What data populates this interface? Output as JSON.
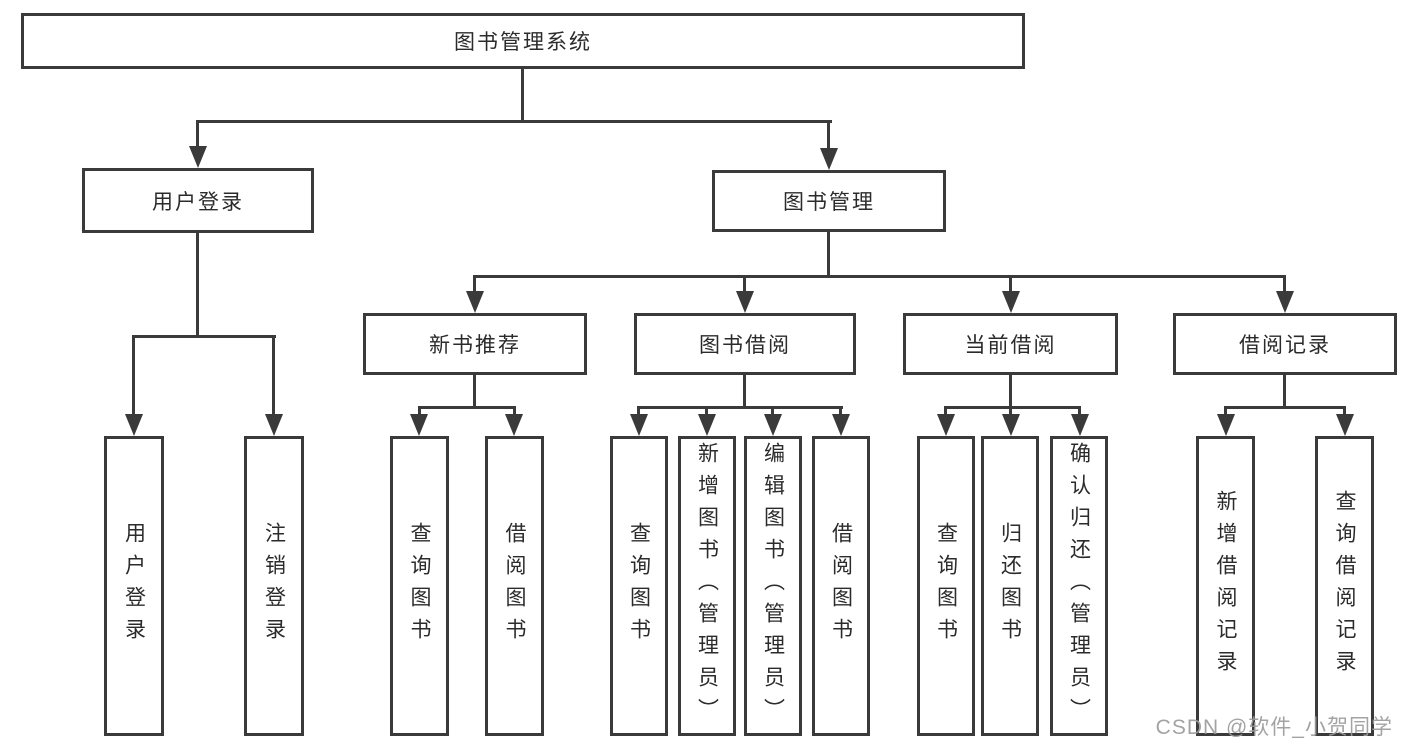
{
  "diagram": {
    "root": {
      "label": "图书管理系统"
    },
    "level2": [
      {
        "id": "user-login",
        "label": "用户登录",
        "children": [
          {
            "label": "用户登录"
          },
          {
            "label": "注销登录"
          }
        ]
      },
      {
        "id": "book-management",
        "label": "图书管理"
      }
    ],
    "level3": [
      {
        "id": "new-book-recommend",
        "label": "新书推荐",
        "children": [
          {
            "label": "查询图书"
          },
          {
            "label": "借阅图书"
          }
        ]
      },
      {
        "id": "book-borrow",
        "label": "图书借阅",
        "children": [
          {
            "label": "查询图书"
          },
          {
            "label": "新增图书（管理员）"
          },
          {
            "label": "编辑图书（管理员）"
          },
          {
            "label": "借阅图书"
          }
        ]
      },
      {
        "id": "current-borrow",
        "label": "当前借阅",
        "children": [
          {
            "label": "查询图书"
          },
          {
            "label": "归还图书"
          },
          {
            "label": "确认归还（管理员）"
          }
        ]
      },
      {
        "id": "borrow-records",
        "label": "借阅记录",
        "children": [
          {
            "label": "新增借阅记录"
          },
          {
            "label": "查询借阅记录"
          }
        ]
      }
    ],
    "watermark": "CSDN @软件_小贺同学",
    "colors": {
      "line": "#3a3a3a",
      "text": "#2b2b2b",
      "background": "#ffffff",
      "watermark": "#9b9b9b"
    }
  }
}
